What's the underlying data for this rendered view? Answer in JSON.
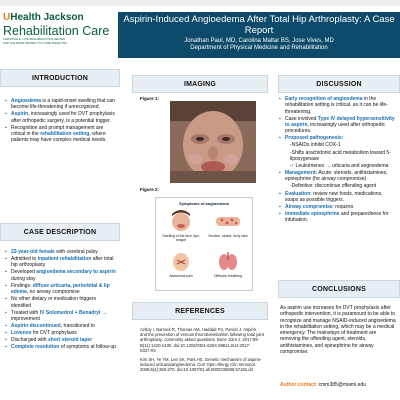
{
  "header": {
    "logo": {
      "line1_u": "U",
      "line1_rest": "Health  Jackson",
      "line2": "Rehabilitation Care",
      "line3": "CHRISTINE E. LYNN REHABILITATION CENTER",
      "line4": "FOR THE MIAMI PROJECT TO CURE PARALYSIS"
    },
    "title": "Aspirin-Induced Angioedema After Total Hip Arthroplasty: A Case Report",
    "authors": "Jonathan Paul, MD, Carolina Maltar BS, Jose Vives, MD",
    "department": "Department of Physical Medicine and Rehabilitation"
  },
  "introduction": {
    "heading": "INTRODUCTION",
    "items": [
      {
        "hl": "Angioedema",
        "text": " is a rapid-onset swelling that can become life-threatening if unrecognized."
      },
      {
        "hl": "Aspirin",
        "text": ", increasingly used for DVT prophylaxis after orthopedic surgery, is a potential trigger."
      },
      {
        "pre": "Recognition and prompt management are critical in the ",
        "hl": "rehabilitation setting",
        "text": ", where patients may have complex medical needs."
      }
    ]
  },
  "case": {
    "heading": "CASE DESCRIPTION",
    "items": [
      {
        "hl": "23-year-old female",
        "text": " with cerebral palsy"
      },
      {
        "pre": "Admitted to ",
        "hl": "inpatient rehabilitation",
        "text": " after total hip arthroplasty"
      },
      {
        "pre": "Developed ",
        "hl": "angioedema secondary to aspirin",
        "text": " during stay"
      },
      {
        "pre": "Findings: ",
        "hl": "diffuse urticaria, periorbital & lip edema",
        "text": ", no airway compromise"
      },
      {
        "text": "No other dietary or medication triggers identified"
      },
      {
        "pre": "Treated with ",
        "hl": "IV Solumedrol + Benadryl",
        "text": " → improvement"
      },
      {
        "hl": "Aspirin discontinued",
        "text": ", transitioned to "
      },
      {
        "bold": "Lovenox",
        "text": " for DVT prophylaxis"
      },
      {
        "pre": "Discharged with ",
        "hl": "short steroid taper",
        "text": ""
      },
      {
        "hl": "Complete resolution",
        "text": " of symptoms at follow-up"
      }
    ]
  },
  "imaging": {
    "heading": "IMAGING",
    "figure1_label": "Figure 1:",
    "figure2_label": "Figure 2:",
    "figure2_title": "Symptoms of angioedema",
    "figure2_cells": [
      "Swelling of the face, lips, tongue",
      "Swollen, raised, itchy rash",
      "Abdominal pain",
      "Difficulty breathing"
    ]
  },
  "references": {
    "heading": "REFERENCES",
    "items": [
      "Azboy I, Barrack R, Thomas AM, Haddad FS, Parvizi J. Aspirin and the prevention of venous thromboembolism following total joint arthroplasty: commonly asked questions. Bone Joint J. 2017;99-B(11):1420-1430. doi:10.1302/0301-620X.99B11.BJJ-2017-0337.R2",
      "Kim SH, Ye YM, Lee SK, Park HS. Genetic mechanism of aspirin-induced urticaria/angioedema. Curr Opin Allergy Clin Immunol. 2006;6(4):266-270. doi:10.1097/01.all.0000235899.57182.d4"
    ]
  },
  "discussion": {
    "heading": "DISCUSSION",
    "items": [
      {
        "hl": "Early recognition of angioedema",
        "text": " in the rehabilitation setting is critical, as it can be life-threatening."
      },
      {
        "pre": "Case involved ",
        "hl": "Type IV delayed hypersensitivity to aspirin",
        "text": ", increasingly used after orthopedic procedures."
      },
      {
        "hl": "Proposed pathogenesis:",
        "text": ""
      },
      {
        "sub": true,
        "text": "-NSAIDs inhibit COX-1"
      },
      {
        "sub": true,
        "text": "-Shifts arachidonic acid metabolism toward 5-lipoxygenase"
      },
      {
        "sub": true,
        "text": "-↑ Leukotrienes → urticaria and angioedema"
      },
      {
        "hl": "Management:",
        "text": " Acute: steroids, antihistamines, epinephrine (for airway compromise)"
      },
      {
        "sub": true,
        "text": "-Definitive: discontinue offending agent"
      },
      {
        "hl": "Evaluation",
        "text": ": review new foods, medications, soaps as possible triggers."
      },
      {
        "hl": "Airway compromise",
        "text": ": requires "
      },
      {
        "hl2": "immediate epinephrine",
        "text": " and preparedness for intubation."
      }
    ]
  },
  "conclusions": {
    "heading": "CONCLUSIONS",
    "text": "As aspirin use increases for DVT prophylaxis after orthopedic intervention, it is paramount to be able to recognize and manage NSAID-induced angioedema in the rehabilitation setting, which may be a medical emergency. The mainstays of treatment are removing the offending agent, steroids, antihistamines, and epinephrine for airway compromise."
  },
  "contact": {
    "label": "Author contact:",
    "email": "cmm385@miami.edu"
  },
  "colors": {
    "title_bar": "#0d4a6a",
    "highlight": "#1a6fb0",
    "brand_green": "#0b5d3e",
    "brand_orange": "#f07b1c"
  }
}
